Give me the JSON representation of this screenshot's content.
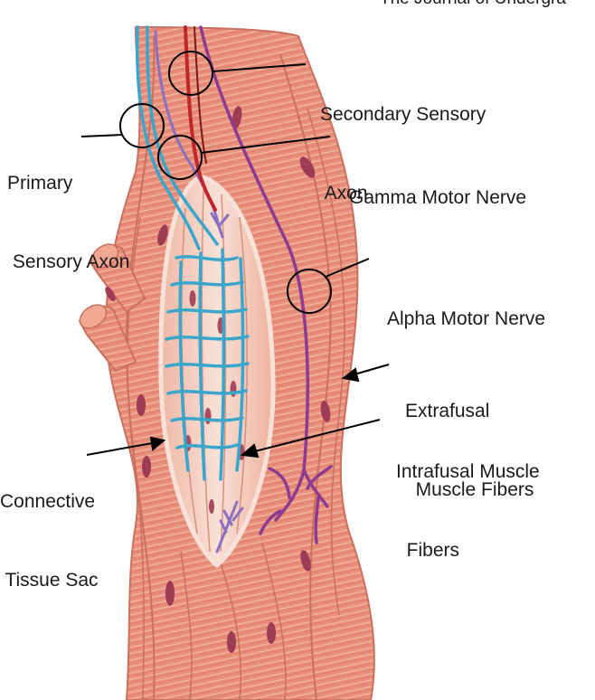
{
  "header": {
    "journal_text": "The Journal of Undergra"
  },
  "diagram": {
    "title": "Muscle spindle anatomy",
    "labels": {
      "secondary_sensory_axon": [
        "Secondary Sensory",
        " Axon"
      ],
      "primary_sensory_axon": [
        "Primary",
        " Sensory Axon"
      ],
      "gamma_motor_nerve": [
        "Gamma Motor Nerve"
      ],
      "alpha_motor_nerve": [
        "Alpha Motor Nerve"
      ],
      "extrafusal_muscle_fibers": [
        "Extrafusal",
        "  Muscle Fibers"
      ],
      "intrafusal_muscle_fibers": [
        "Intrafusal Muscle",
        "  Fibers"
      ],
      "connective_tissue_sac": [
        "Connective",
        " Tissue Sac"
      ]
    },
    "colors": {
      "muscle": "#e8907c",
      "muscle_dark": "#c9705e",
      "sac": "#f6d4c6",
      "nucleus": "#9e3b55",
      "sensory_blue": "#3aa6cc",
      "gamma_purple": "#8b6fc1",
      "alpha_purple": "#8f3a91",
      "secondary_red": "#c0262b",
      "pointer": "#000000"
    }
  }
}
